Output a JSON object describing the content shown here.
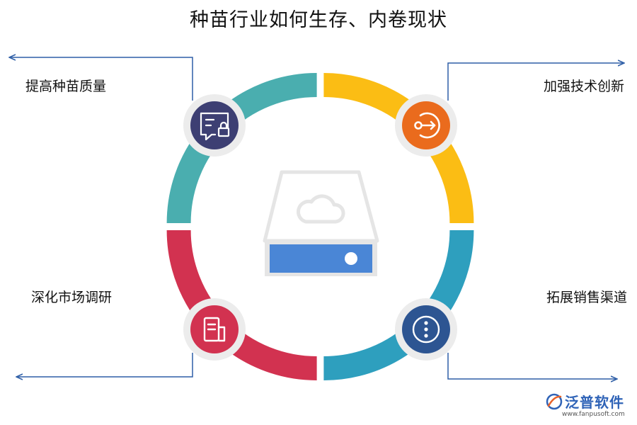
{
  "title": "种苗行业如何生存、内卷现状",
  "items": [
    {
      "label": "提高种苗质量",
      "icon": "message-lock-icon",
      "color": "#4aaeaf",
      "icon_color": "#3d3f73"
    },
    {
      "label": "加强技术创新",
      "icon": "login-arrow-icon",
      "color": "#fbbd14",
      "icon_color": "#ea6b1d"
    },
    {
      "label": "深化市场调研",
      "icon": "document-icon",
      "color": "#d23250",
      "icon_color": "#d23250"
    },
    {
      "label": "拓展销售渠道",
      "icon": "more-vertical-icon",
      "color": "#2e9fbe",
      "icon_color": "#2d5592"
    }
  ],
  "center_icon": "cloud-drive-icon",
  "brand": {
    "name": "泛普软件",
    "url": "www.fanpusoft.com",
    "icon": "fanpu-logo-icon"
  }
}
